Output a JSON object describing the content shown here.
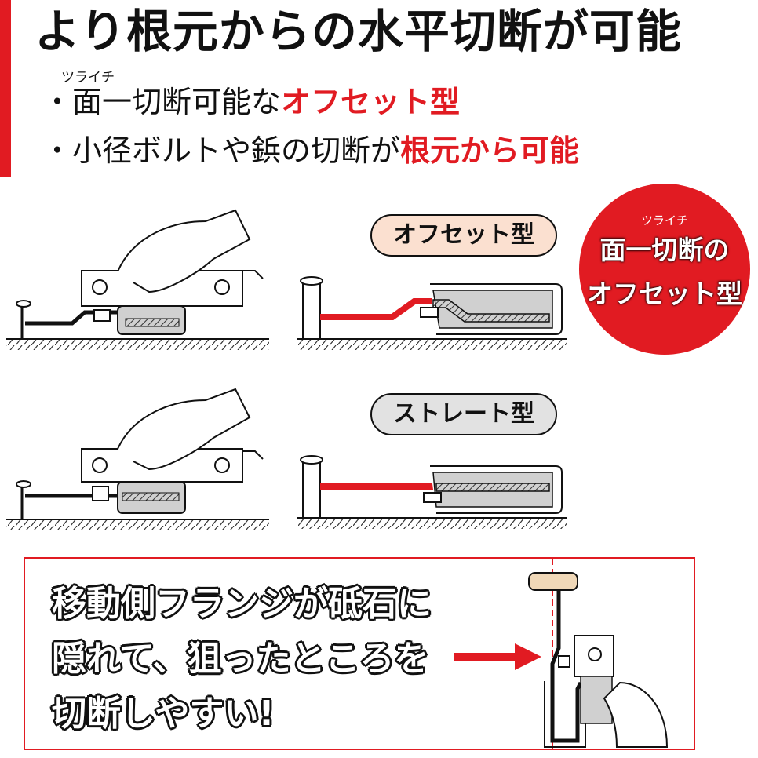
{
  "title": "より根元からの水平切断が可能",
  "bullets": [
    {
      "ruby": "ツライチ",
      "prefix": "・面一切断可能な",
      "highlight": "オフセット型"
    },
    {
      "prefix": "・小径ボルトや鋲の切断が",
      "highlight": "根元から可能"
    }
  ],
  "labels": {
    "offset": "オフセット型",
    "straight": "ストレート型"
  },
  "badge": {
    "ruby": "ツライチ",
    "line1": "面一切断の",
    "line2": "オフセット型"
  },
  "callout": {
    "line1": "移動側フランジが砥石に",
    "line2": "隠れて、狙ったところを",
    "line3": "切断しやすい!"
  },
  "colors": {
    "accent": "#e11b22",
    "offset_pill": "#fbe0d0",
    "straight_pill": "#e2e2e2"
  }
}
